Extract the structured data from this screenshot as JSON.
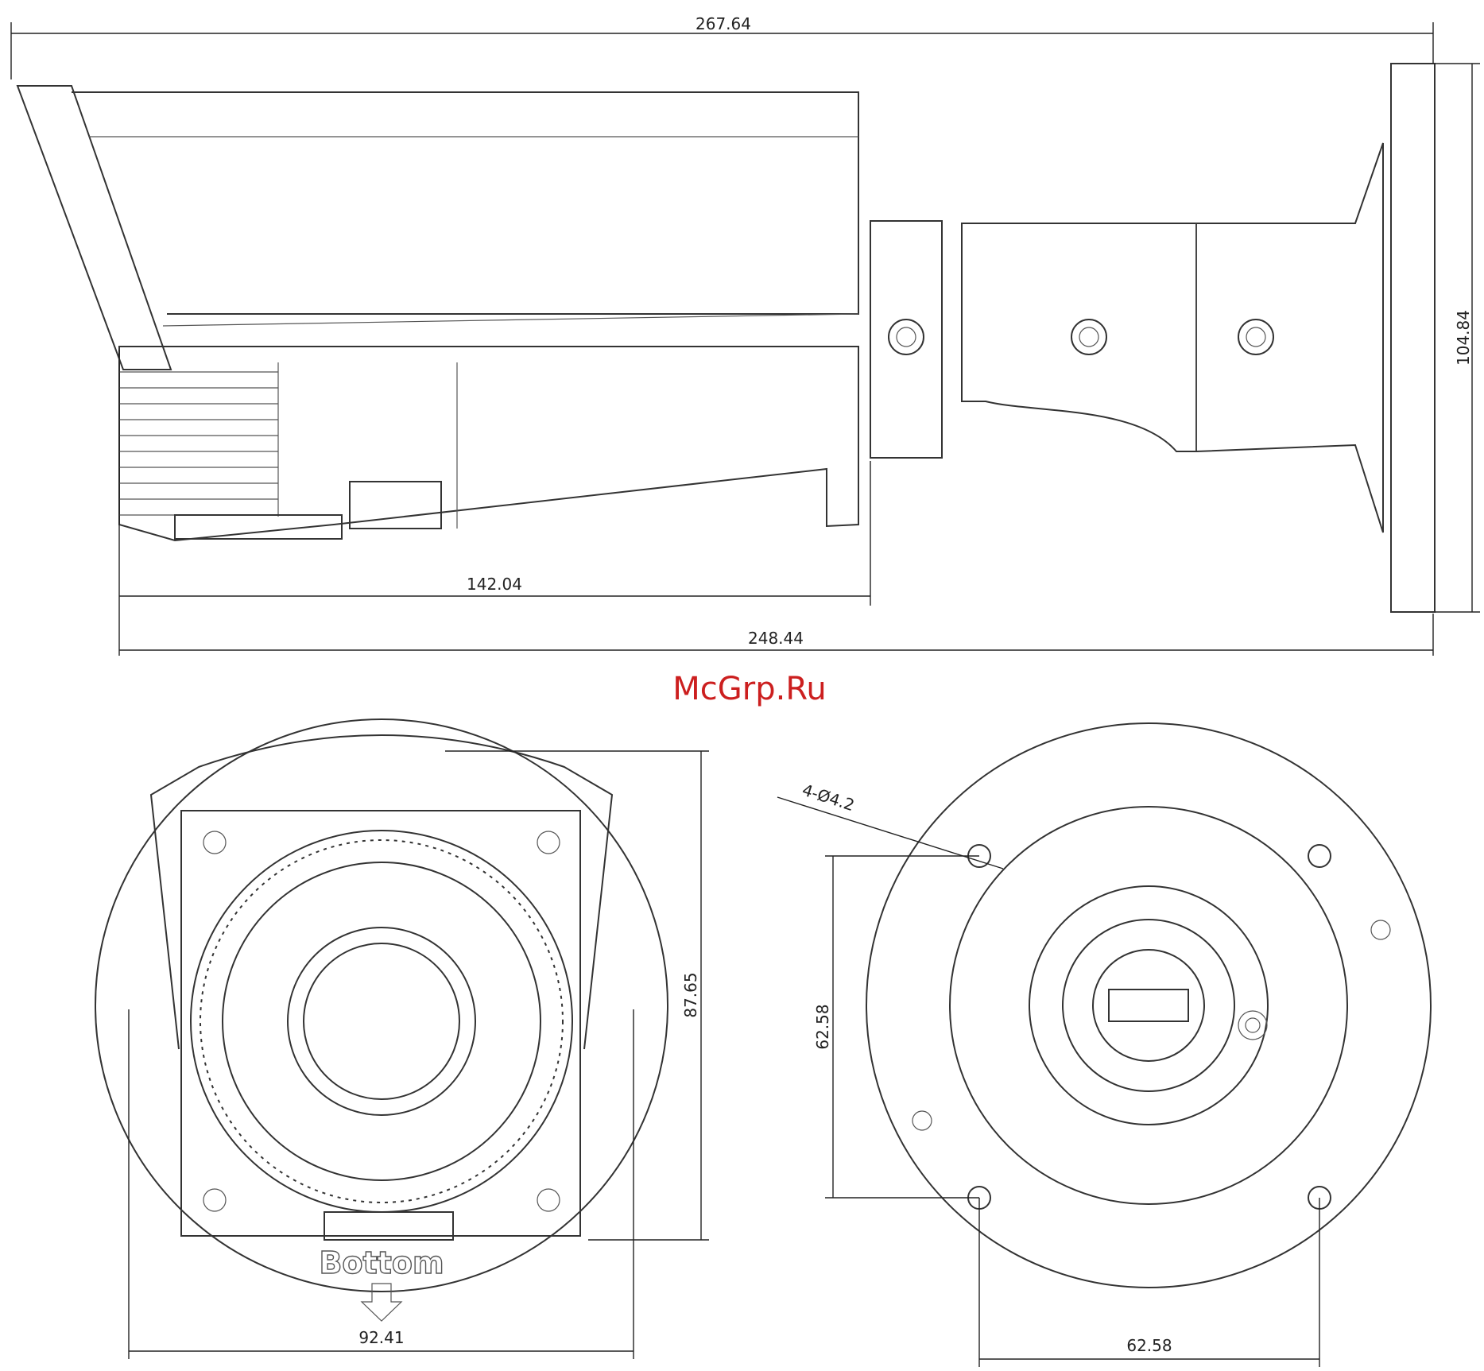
{
  "watermark": "McGrp.Ru",
  "dimensions": {
    "overall_length": "267.64",
    "body_length": "142.04",
    "mount_length": "248.44",
    "height": "104.84",
    "front_height": "87.65",
    "front_width": "92.41",
    "hole_label": "4-Ø4.2",
    "hole_spacing_v": "62.58",
    "hole_spacing_h": "62.58"
  },
  "embossed": {
    "bottom_text": "Bottom"
  }
}
